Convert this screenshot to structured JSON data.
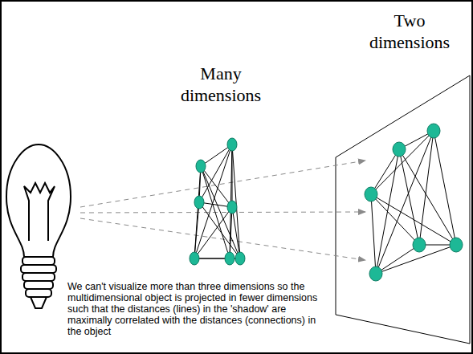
{
  "diagram": {
    "caption": "We can't visualize more than three dimensions so the multidimensional object is projected in fewer dimensions such that the distances (lines) in the 'shadow' are maximally correlated with the distances (connections) in the object",
    "labels": [
      "Many dimensions",
      "Two dimensions"
    ]
  }
}
